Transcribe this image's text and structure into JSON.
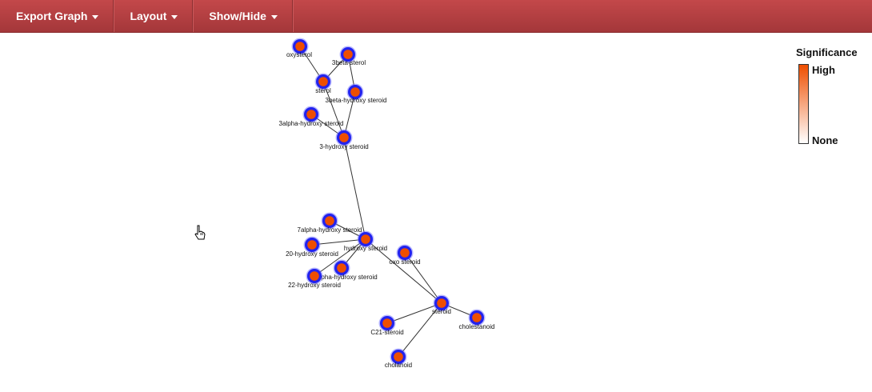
{
  "toolbar": {
    "export_label": "Export Graph",
    "layout_label": "Layout",
    "showhide_label": "Show/Hide"
  },
  "legend": {
    "title": "Significance",
    "high": "High",
    "none": "None",
    "high_color": "#ee4e00",
    "low_color": "#ffffff"
  },
  "colors": {
    "toolbar": "#b03e41",
    "node_fill": "#ee4e00",
    "node_ring": "#2222ee",
    "edge": "#333333"
  },
  "nodes": [
    {
      "id": "oxysterol",
      "label": "oxysterol"
    },
    {
      "id": "3beta-sterol",
      "label": "3beta-sterol"
    },
    {
      "id": "sterol",
      "label": "sterol"
    },
    {
      "id": "3beta-hydroxy-steroid",
      "label": "3beta-hydroxy steroid"
    },
    {
      "id": "3alpha-hydroxy-steroid",
      "label": "3alpha-hydroxy steroid"
    },
    {
      "id": "3-hydroxy-steroid",
      "label": "3-hydroxy steroid"
    },
    {
      "id": "7alpha-hydroxy-steroid",
      "label": "7alpha-hydroxy steroid"
    },
    {
      "id": "hydroxy-steroid",
      "label": "hydroxy steroid"
    },
    {
      "id": "20-hydroxy-steroid",
      "label": "20-hydroxy steroid"
    },
    {
      "id": "oxo-steroid",
      "label": "oxo steroid"
    },
    {
      "id": "12alpha-hydroxy-steroid",
      "label": "12alpha-hydroxy steroid"
    },
    {
      "id": "22-hydroxy-steroid",
      "label": "22-hydroxy steroid"
    },
    {
      "id": "steroid",
      "label": "steroid"
    },
    {
      "id": "cholestanoid",
      "label": "cholestanoid"
    },
    {
      "id": "C21-steroid",
      "label": "C21-steroid"
    },
    {
      "id": "cholanoid",
      "label": "cholanoid"
    }
  ],
  "edges": [
    [
      "oxysterol",
      "sterol"
    ],
    [
      "3beta-sterol",
      "sterol"
    ],
    [
      "3beta-sterol",
      "3beta-hydroxy-steroid"
    ],
    [
      "sterol",
      "3-hydroxy-steroid"
    ],
    [
      "3beta-hydroxy-steroid",
      "3-hydroxy-steroid"
    ],
    [
      "3alpha-hydroxy-steroid",
      "3-hydroxy-steroid"
    ],
    [
      "3-hydroxy-steroid",
      "hydroxy-steroid"
    ],
    [
      "7alpha-hydroxy-steroid",
      "hydroxy-steroid"
    ],
    [
      "20-hydroxy-steroid",
      "hydroxy-steroid"
    ],
    [
      "12alpha-hydroxy-steroid",
      "hydroxy-steroid"
    ],
    [
      "22-hydroxy-steroid",
      "hydroxy-steroid"
    ],
    [
      "hydroxy-steroid",
      "steroid"
    ],
    [
      "oxo-steroid",
      "steroid"
    ],
    [
      "steroid",
      "cholestanoid"
    ],
    [
      "steroid",
      "C21-steroid"
    ],
    [
      "steroid",
      "cholanoid"
    ]
  ]
}
